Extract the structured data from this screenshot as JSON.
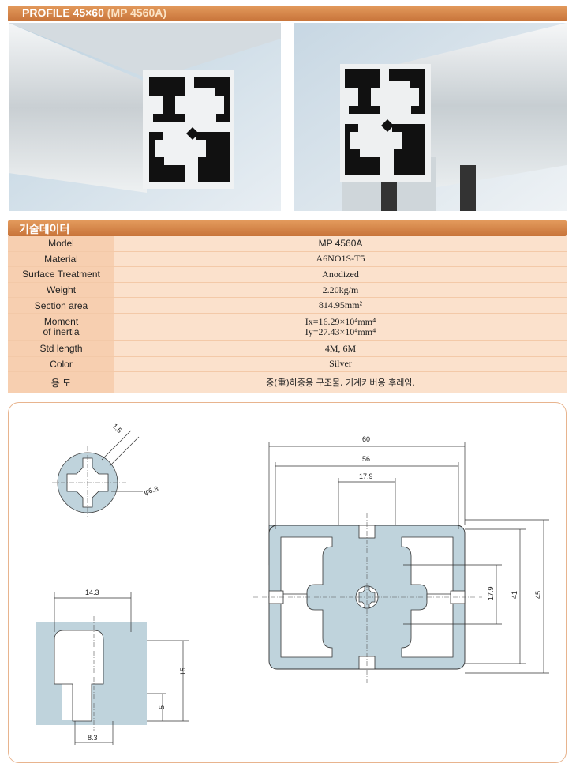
{
  "header": {
    "title_prefix": "PROFILE 45×60",
    "title_model": "(MP 4560A)"
  },
  "specs": {
    "section_title": "기술데이터",
    "rows": [
      {
        "label": "Model",
        "value": "MP 4560A"
      },
      {
        "label": "Material",
        "value": "A6NO1S-T5"
      },
      {
        "label": "Surface Treatment",
        "value": "Anodized"
      },
      {
        "label": "Weight",
        "value": "2.20kg/m"
      },
      {
        "label": "Section area",
        "value": "814.95mm²"
      }
    ],
    "inertia": {
      "label_line1": "Moment",
      "label_line2": "of inertia",
      "ix": "Ix=16.29×10⁴mm⁴",
      "iy": "Iy=27.43×10⁴mm⁴"
    },
    "rows2": [
      {
        "label": "Std length",
        "value": "4M, 6M"
      },
      {
        "label": "Color",
        "value": "Silver"
      },
      {
        "label": "용 도",
        "value": "중(重)하중용 구조물, 기계커버용 후레임."
      }
    ]
  },
  "drawing": {
    "core": {
      "d1": "1.5",
      "d2": "φ6.8"
    },
    "slot": {
      "w_top": "14.3",
      "w_bot": "8.3",
      "h1": "15",
      "h2": "5"
    },
    "main": {
      "w1": "60",
      "w2": "56",
      "w3": "17.9",
      "h1": "17.9",
      "h2": "41",
      "h3": "45"
    }
  },
  "colors": {
    "accent": "#d4824a",
    "table_bg": "#fbe1cc",
    "profile_fill": "#bfd3dc"
  }
}
